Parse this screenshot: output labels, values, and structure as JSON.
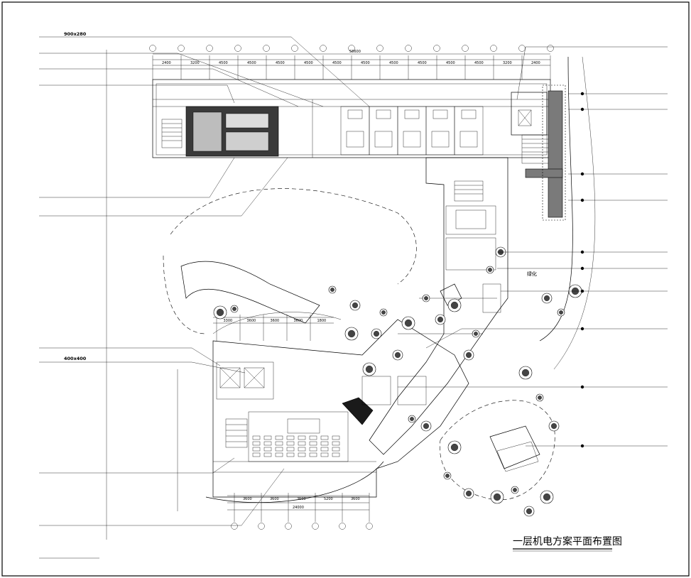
{
  "drawing": {
    "title": "一层机电方案平面布置图"
  },
  "dimensions": {
    "top_total": "58600",
    "top_bays": [
      "2400",
      "3200",
      "4500",
      "4500",
      "4500",
      "4500",
      "4500",
      "4500",
      "4500",
      "4500",
      "4500",
      "4500",
      "3200",
      "2400"
    ],
    "bottom_total": "24000",
    "bottom_bays": [
      "3600",
      "3600",
      "3600",
      "5200",
      "3600"
    ],
    "mid_bays": [
      "3300",
      "3600",
      "3600",
      "3600",
      "1800"
    ]
  },
  "texts": {
    "greenery": "绿化",
    "spec_fan": "900x280",
    "spec_vent": "400x400"
  }
}
